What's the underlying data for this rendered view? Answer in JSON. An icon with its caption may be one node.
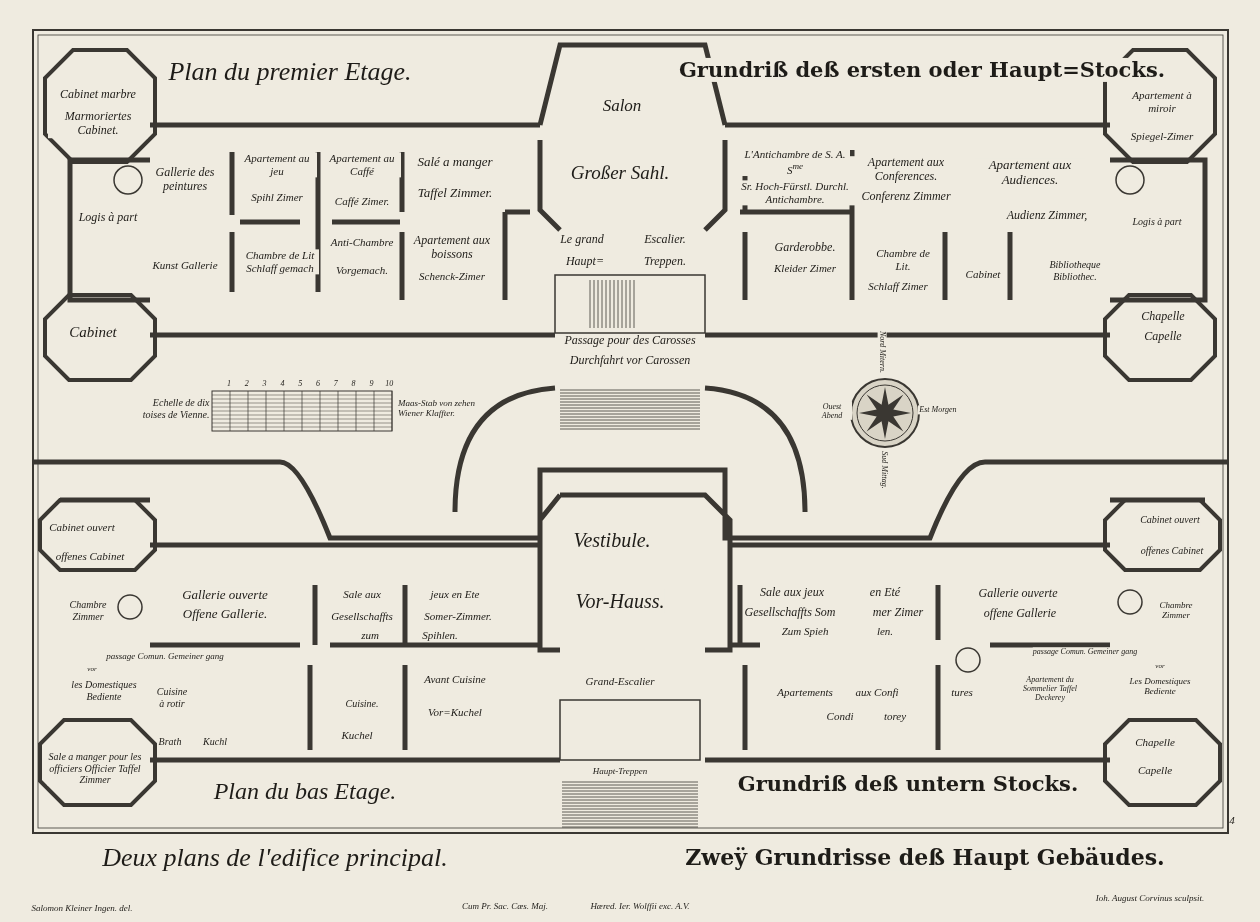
{
  "diagram": {
    "labels": [
      "Plan du premier Etage.",
      "Grundriß deß ersten oder Haupt=Stocks.",
      "Cabinet marbre",
      "Marmoriertes Cabinet.",
      "Gallerie des peintures",
      "Logis à part",
      "Kunst Gallerie",
      "Cabinet",
      "Apartement au jeu",
      "Spihl Zimer",
      "Chambre de Lit Schlaff gemach",
      "Apartement au Caffé",
      "Caffé Zimer.",
      "Anti-Chambre",
      "Vorgemach.",
      "Salé a manger",
      "Taffel Zimmer.",
      "Apartement aux boissons",
      "Schenck-Zimer",
      "Salon",
      "Großer Sahl.",
      "Le grand",
      "Escalier.",
      "Haupt=",
      "Treppen.",
      "Passage pour des Carosses",
      "Durchfahrt vor Carossen",
      "L'Antichambre de S. A. S$^{me}$",
      "Sr. Hoch-Fürstl. Durchl. Antichambre.",
      "Apartement aux Conferences.",
      "Conferenz Zimmer",
      "Apartement aux Audiences.",
      "Audienz Zimmer,",
      "Garderobbe.",
      "Kleider Zimer",
      "Chambre de Lit.",
      "Schlaff Zimer",
      "Cabinet",
      "Bibliotheque Bibliothec.",
      "Apartement à miroir",
      "Spiegel-Zimer",
      "Logis à part",
      "Chapelle",
      "Capelle",
      "Echelle de dix toises de Vienne.",
      "1",
      "2",
      "3",
      "4",
      "5",
      "6",
      "7",
      "8",
      "9",
      "10",
      "Maas-Stab von zehen Wiener Klaffter.",
      "Nord Mitern.",
      "Ouest Abend",
      "Est Morgen",
      "Sud Mittag.",
      "Cabinet ouvert",
      "offenes Cabinet",
      "Chambre Zimmer",
      "Gallerie ouverte",
      "Offene Gallerie.",
      "Sale aux",
      "Gesellschaffts",
      "zum",
      "jeux en Ete",
      "Somer-Zimmer.",
      "Spihlen.",
      "Vestibule.",
      "Vor-Hauss.",
      "passage Comun. Gemeiner gang",
      "vor",
      "les Domestiques Bediente",
      "Cuisine à rotir",
      "Cuisine.",
      "Kuchel",
      "Avant Cuisine",
      "Vor=Kuchel",
      "Sale a manger pour les officiers Officier Taffel Zimmer",
      "Brath",
      "Kuchl",
      "Grand-Escalier",
      "Haupt-Treppen",
      "Plan du bas Etage.",
      "Sale aux jeux",
      "en Eté",
      "Gesellschaffts Som",
      "mer Zimer",
      "Zum Spieh",
      "len.",
      "Gallerie ouverte",
      "offene Gallerie",
      "Cabinet ouvert",
      "offenes Cabinet",
      "Chambre Zimmer",
      "passage Comun. Gemeiner gang",
      "vor",
      "Les Domestiques Bediente",
      "Apartement du Sommelier Taffel Deckerey",
      "Apartements",
      "aux Confi",
      "tures",
      "Condi",
      "torey",
      "Chapelle",
      "Capelle",
      "Grundriß deß untern Stocks.",
      "Deux plans de l'edifice principal.",
      "Zweÿ Grundrisse deß Haupt Gebäudes.",
      "4",
      "Salomon Kleiner Ingen. del.",
      "Cum Pr. Sac. Cæs. Maj.",
      "Hæred. Ier. Wolffii exc. A.V.",
      "Ioh. August Corvinus sculpsit."
    ]
  }
}
